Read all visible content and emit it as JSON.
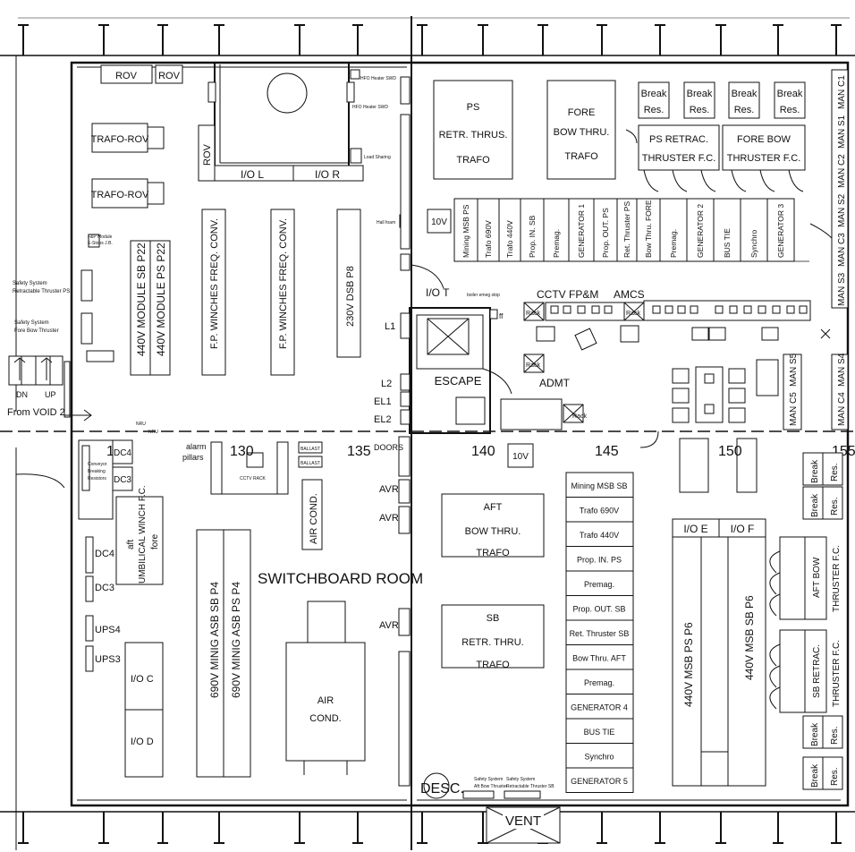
{
  "frames": {
    "bottom": [
      "125",
      "130",
      "135",
      "140",
      "145",
      "150",
      "155"
    ]
  },
  "left_notes": {
    "safety_ps_line1": "Safety System",
    "safety_ps_line2": "Retractable Thruster PS",
    "safety_fore_line1": "Safety System",
    "safety_fore_line2": "Fore Bow Thruster",
    "stair_dn": "DN",
    "stair_up": "UP",
    "from_void": "From VOID 2"
  },
  "upper_left": {
    "rov1": "ROV",
    "rov2": "ROV",
    "rov_side": "ROV",
    "trafo_rov1": "TRAFO-ROV",
    "trafo_rov2": "TRAFO-ROV",
    "io_l": "I/O L",
    "io_r": "I/O R",
    "hfo1": "HFO Heater SWD",
    "hfo2": "HFO Heater SWD",
    "load_sharing": "Load Sharing",
    "hall_foam": "Hall foam",
    "fbp_line1": "F&P Module",
    "fbp_line2": "E-Stops J.B.",
    "module_sb": "440V MODULE SB P22",
    "module_ps": "440V MODULE PS P22",
    "winches1": "F.P. WINCHES FREQ. CONV.",
    "winches2": "F.P. WINCHES FREQ. CONV.",
    "dsb": "230V DSB P8"
  },
  "upper_right": {
    "ps_retr_1": "PS",
    "ps_retr_2": "RETR. THRUS.",
    "ps_retr_3": "TRAFO",
    "fore_bow_1": "FORE",
    "fore_bow_2": "BOW THRU.",
    "fore_bow_3": "TRAFO",
    "break_res": [
      "Break",
      "Res."
    ],
    "ps_retrac_fc_1": "PS RETRAC.",
    "ps_retrac_fc_2": "THRUSTER F.C.",
    "fore_bow_fc_1": "FORE BOW",
    "fore_bow_fc_2": "THRUSTER F.C.",
    "v10": "10V",
    "v10_lower": "10V",
    "man_right": [
      "MAN C1",
      "MAN S1",
      "MAN C2",
      "MAN S2",
      "MAN C3",
      "MAN S3"
    ],
    "man_lower": [
      "MAN S5",
      "MAN C5",
      "MAN S4",
      "MAN C4"
    ],
    "switchboard_top": [
      "Mining MSB PS",
      "Trafo 690V",
      "Trafo 440V",
      "Prop. IN. SB",
      "Premag.",
      "GENERATOR 1",
      "Prop. OUT. PS",
      "Ret. Thruster PS",
      "Bow Thru. FORE",
      "Premag.",
      "GENERATOR 2",
      "BUS TIE",
      "Synchro",
      "GENERATOR 3"
    ]
  },
  "control_room": {
    "io_t": "I/O T",
    "boiler": "boiler emeg stop",
    "ff": "ff",
    "cctv": "CCTV FP&M",
    "amcs": "AMCS",
    "rack": "Rack",
    "escape": "ESCAPE",
    "admt": "ADMT",
    "l1": "L1",
    "l2": "L2",
    "el1": "EL1",
    "el2": "EL2",
    "doors": "DOORS"
  },
  "lower_left": {
    "room_label": "SWITCHBOARD ROOM",
    "conveyor_1": "Conveyor",
    "conveyor_2": "Breaking",
    "conveyor_3": "Resistors",
    "dc4": "DC4",
    "dc3": "DC3",
    "dc4b": "DC4",
    "dc3b": "DC3",
    "ups4": "UPS4",
    "ups3": "UPS3",
    "io_c": "I/O C",
    "io_d": "I/O D",
    "nru1": "NRU",
    "nru2": "NRU",
    "alarm_1": "alarm",
    "alarm_2": "pillars",
    "cctv_rack": "CCTV RACK",
    "ballast1": "BALLAST",
    "ballast2": "BALLAST",
    "air_cond_small": "AIR COND.",
    "aft_word": "aft",
    "umbilical": "UMBILICAL WINCH F.C.",
    "fore_word": "fore",
    "mining_asb_sb": "690V MINIG ASB SB P4",
    "mining_asb_ps": "690V MINIG ASB PS P4",
    "air_cond_big_1": "AIR",
    "air_cond_big_2": "COND."
  },
  "lower_right": {
    "avr": "AVR",
    "aft_bow_1": "AFT",
    "aft_bow_2": "BOW THRU.",
    "aft_bow_3": "TRAFO",
    "sb_retr_1": "SB",
    "sb_retr_2": "RETR. THRU.",
    "sb_retr_3": "TRAFO",
    "switchboard_bottom": [
      "Mining MSB SB",
      "Trafo 690V",
      "Trafo 440V",
      "Prop. IN. PS",
      "Premag.",
      "Prop. OUT. SB",
      "Ret. Thruster SB",
      "Bow Thru. AFT",
      "Premag.",
      "GENERATOR 4",
      "BUS TIE",
      "Synchro",
      "GENERATOR 5"
    ],
    "io_e": "I/O E",
    "io_f": "I/O F",
    "msb_ps": "440V MSB PS P6",
    "msb_sb": "440V MSB SB P6",
    "aft_bow_fc_1": "AFT BOW",
    "aft_bow_fc_2": "THRUSTER F.C.",
    "sb_retrac_fc_1": "SB RETRAC.",
    "sb_retrac_fc_2": "THRUSTER F.C.",
    "desc": "DESC.",
    "safety_aft_1": "Safety System",
    "safety_aft_2": "Aft Bow Thruster",
    "safety_retr_1": "Safety System",
    "safety_retr_2": "Retractable Thruster SB",
    "vent": "VENT"
  }
}
